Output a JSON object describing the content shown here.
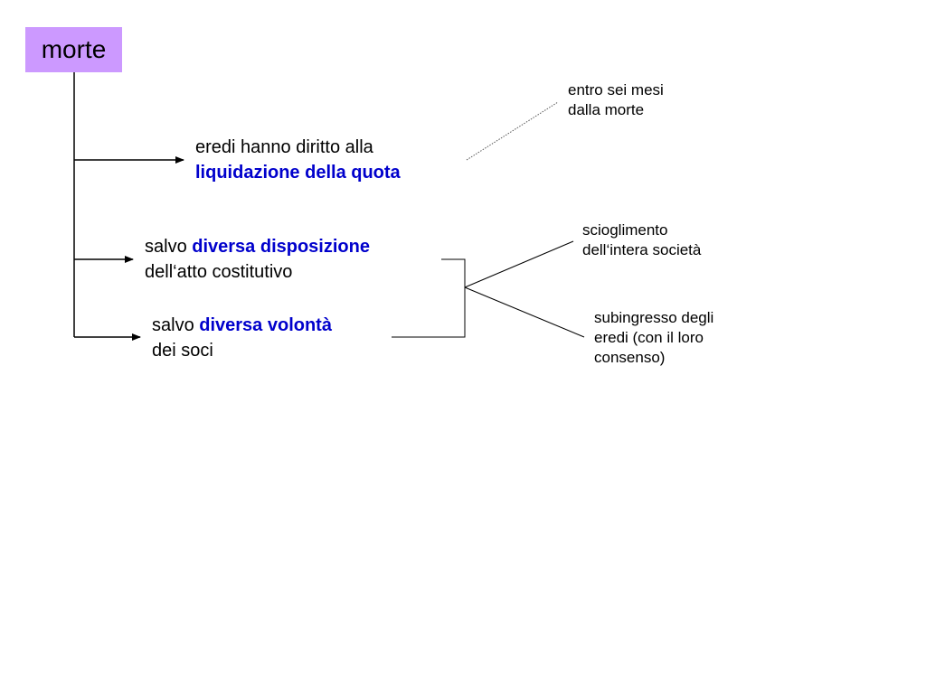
{
  "colors": {
    "root_fill": "#cc99ff",
    "highlight": "#0000cc",
    "line": "#000000",
    "dotted_line": "#555555"
  },
  "root": {
    "label": "morte"
  },
  "nodes": {
    "liquidazione": {
      "line1": "eredi hanno diritto alla",
      "line2": "liquidazione della quota"
    },
    "disposizione": {
      "prefix": "salvo ",
      "highlight": "diversa disposizione",
      "line2": "dell‘atto costitutivo"
    },
    "volonta": {
      "prefix": "salvo ",
      "highlight": "diversa volontà",
      "line2": "dei soci"
    },
    "entro": {
      "line1": "entro sei mesi",
      "line2": "dalla morte"
    },
    "scioglimento": {
      "line1": "scioglimento",
      "line2": "dell‘intera società"
    },
    "subingresso": {
      "line1": "subingresso degli",
      "line2": "eredi (con il loro",
      "line3": "consenso)"
    }
  }
}
